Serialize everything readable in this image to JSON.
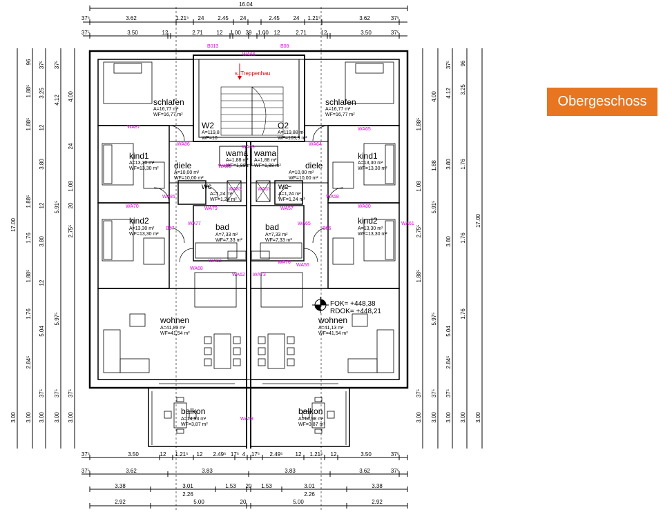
{
  "badge": "Obergeschoss",
  "title": "16.04",
  "top_dims_row1": [
    "37⁵",
    "3.62",
    "1.21⁵",
    "24",
    "2.45",
    "24",
    "2.45",
    "24",
    "1.21⁵",
    "3.62",
    "37⁵"
  ],
  "top_dims_row2": [
    "37⁵",
    "3.50",
    "12",
    "2.71",
    "12",
    "1.00",
    "39",
    "1.00",
    "12",
    "2.71",
    "12",
    "3.50",
    "37⁵"
  ],
  "bottom_dims_row1": [
    "37⁵",
    "3.50",
    "12",
    "1.21⁵",
    "12",
    "2.49⁵",
    "17⁵",
    "4",
    "17⁵",
    "2.49⁵",
    "12",
    "1.21⁵",
    "12",
    "3.50",
    "37⁵"
  ],
  "bottom_dims_row2": [
    "37⁵",
    "3.62",
    "3.83",
    "3.83",
    "3.62",
    "37⁵"
  ],
  "bottom_dims_row3": [
    "3.38",
    "3.01",
    "1.53",
    "20",
    "1.53",
    "3.01",
    "3.38"
  ],
  "bottom_dims_row3b": [
    "2.26",
    "2.26"
  ],
  "bottom_dims_row4": [
    "2.92",
    "5.00",
    "20",
    "5.00",
    "2.92"
  ],
  "left_dims_outer": [
    "17.00",
    "3.00"
  ],
  "left_dims_a": [
    "96",
    "1.88⁵",
    "1.88⁵",
    "1.88⁵",
    "1.76",
    "1.88⁵",
    "1.76",
    "2.84⁵",
    "3.00"
  ],
  "left_dims_b": [
    "37⁵",
    "3.25",
    "12",
    "3.80",
    "12",
    "3.80",
    "12",
    "5.04",
    "37⁵",
    "3.00"
  ],
  "left_dims_c": [
    "37⁵",
    "4.12",
    "5.91⁵",
    "5.97⁵",
    "37⁵",
    "3.00"
  ],
  "left_dims_d": [
    "4.00",
    "24",
    "1.08",
    "20",
    "2.75⁵",
    "37⁵",
    "3.00"
  ],
  "right_dims_outer": [
    "17.00",
    "3.00"
  ],
  "right_dims_a": [
    "96",
    "3.25",
    "1.76",
    "1.76",
    "1.76",
    "3.00"
  ],
  "right_dims_b": [
    "37⁵",
    "4.12",
    "3.80",
    "3.80",
    "5.04",
    "2.84⁵",
    "37⁵",
    "3.00"
  ],
  "right_dims_c": [
    "4.00",
    "1.88",
    "5.91⁵",
    "5.97⁵",
    "37⁵",
    "3.00"
  ],
  "right_dims_d": [
    "1.88⁵",
    "1.08",
    "2.75⁵",
    "1.88⁵",
    "37⁵",
    "3.00"
  ],
  "stair_label": "s. Treppenhau",
  "fok": "FOK= +448,38",
  "rdok": "RDOK= +448,21",
  "rooms": [
    {
      "name": "schlafen",
      "a": "A=16,77 m²",
      "wf": "WF=16,77 m²"
    },
    {
      "name": "schlafen",
      "a": "A=16,77 m²",
      "wf": "WF=16,77 m²"
    },
    {
      "name": "kind1",
      "a": "A=13,30 m²",
      "wf": "WF=13,30 m²"
    },
    {
      "name": "kind1",
      "a": "A=13,30 m²",
      "wf": "WF=13,30 m²"
    },
    {
      "name": "kind2",
      "a": "A=13,30 m²",
      "wf": "WF=13,30 m²"
    },
    {
      "name": "kind2",
      "a": "A=13,30 m²",
      "wf": "WF=13,30 m²"
    },
    {
      "name": "W2",
      "a": "A=119,8",
      "wf": "WF=10"
    },
    {
      "name": "O2",
      "a": "A=119,88 m²",
      "wf": "WF=109,9 m²"
    },
    {
      "name": "wama",
      "a": "A=1,88 m²",
      "wf": "WF=1,88 m²"
    },
    {
      "name": "wama",
      "a": "A=1,88 m²",
      "wf": "WF=1,88 m²"
    },
    {
      "name": "diele",
      "a": "A=10,00 m²",
      "wf": "WF=10,00 m²"
    },
    {
      "name": "diele",
      "a": "A=10,00 m²",
      "wf": "WF=10,00 m²"
    },
    {
      "name": "wc",
      "a": "A=1,24 m²",
      "wf": "WF=1,24 m²"
    },
    {
      "name": "wc",
      "a": "A=1,24 m²",
      "wf": "WF=1,24 m²"
    },
    {
      "name": "bad",
      "a": "A=7,33 m²",
      "wf": "WF=7,33 m²"
    },
    {
      "name": "bad",
      "a": "A=7,33 m²",
      "wf": "WF=7,33 m²"
    },
    {
      "name": "wohnen",
      "a": "A=41,83 m²",
      "wf": "WF=41,54 m²"
    },
    {
      "name": "wohnen",
      "a": "A=41,13 m²",
      "wf": "WF=41,54 m²"
    },
    {
      "name": "balkon",
      "a": "A=14,93 m²",
      "wf": "WF=3,87 m²"
    },
    {
      "name": "balkon",
      "a": "A=14,98 m²",
      "wf": "WF=3,87 m²"
    }
  ],
  "tags": [
    "B013",
    "B08",
    "WA66",
    "WA87",
    "WA65",
    "WA86",
    "WA64",
    "WA69",
    "WA60",
    "WA85",
    "WA58",
    "WA70",
    "WA80",
    "WA83",
    "WA57",
    "WA79",
    "WA57",
    "WA77",
    "WA65",
    "WA61",
    "B07",
    "B06",
    "WA82",
    "WA68",
    "WA76",
    "WA56",
    "WA62",
    "WA73",
    "WA59"
  ],
  "colors": {
    "tag": "#e000e0",
    "badge": "#e8751f",
    "stair_label": "#d00000"
  }
}
